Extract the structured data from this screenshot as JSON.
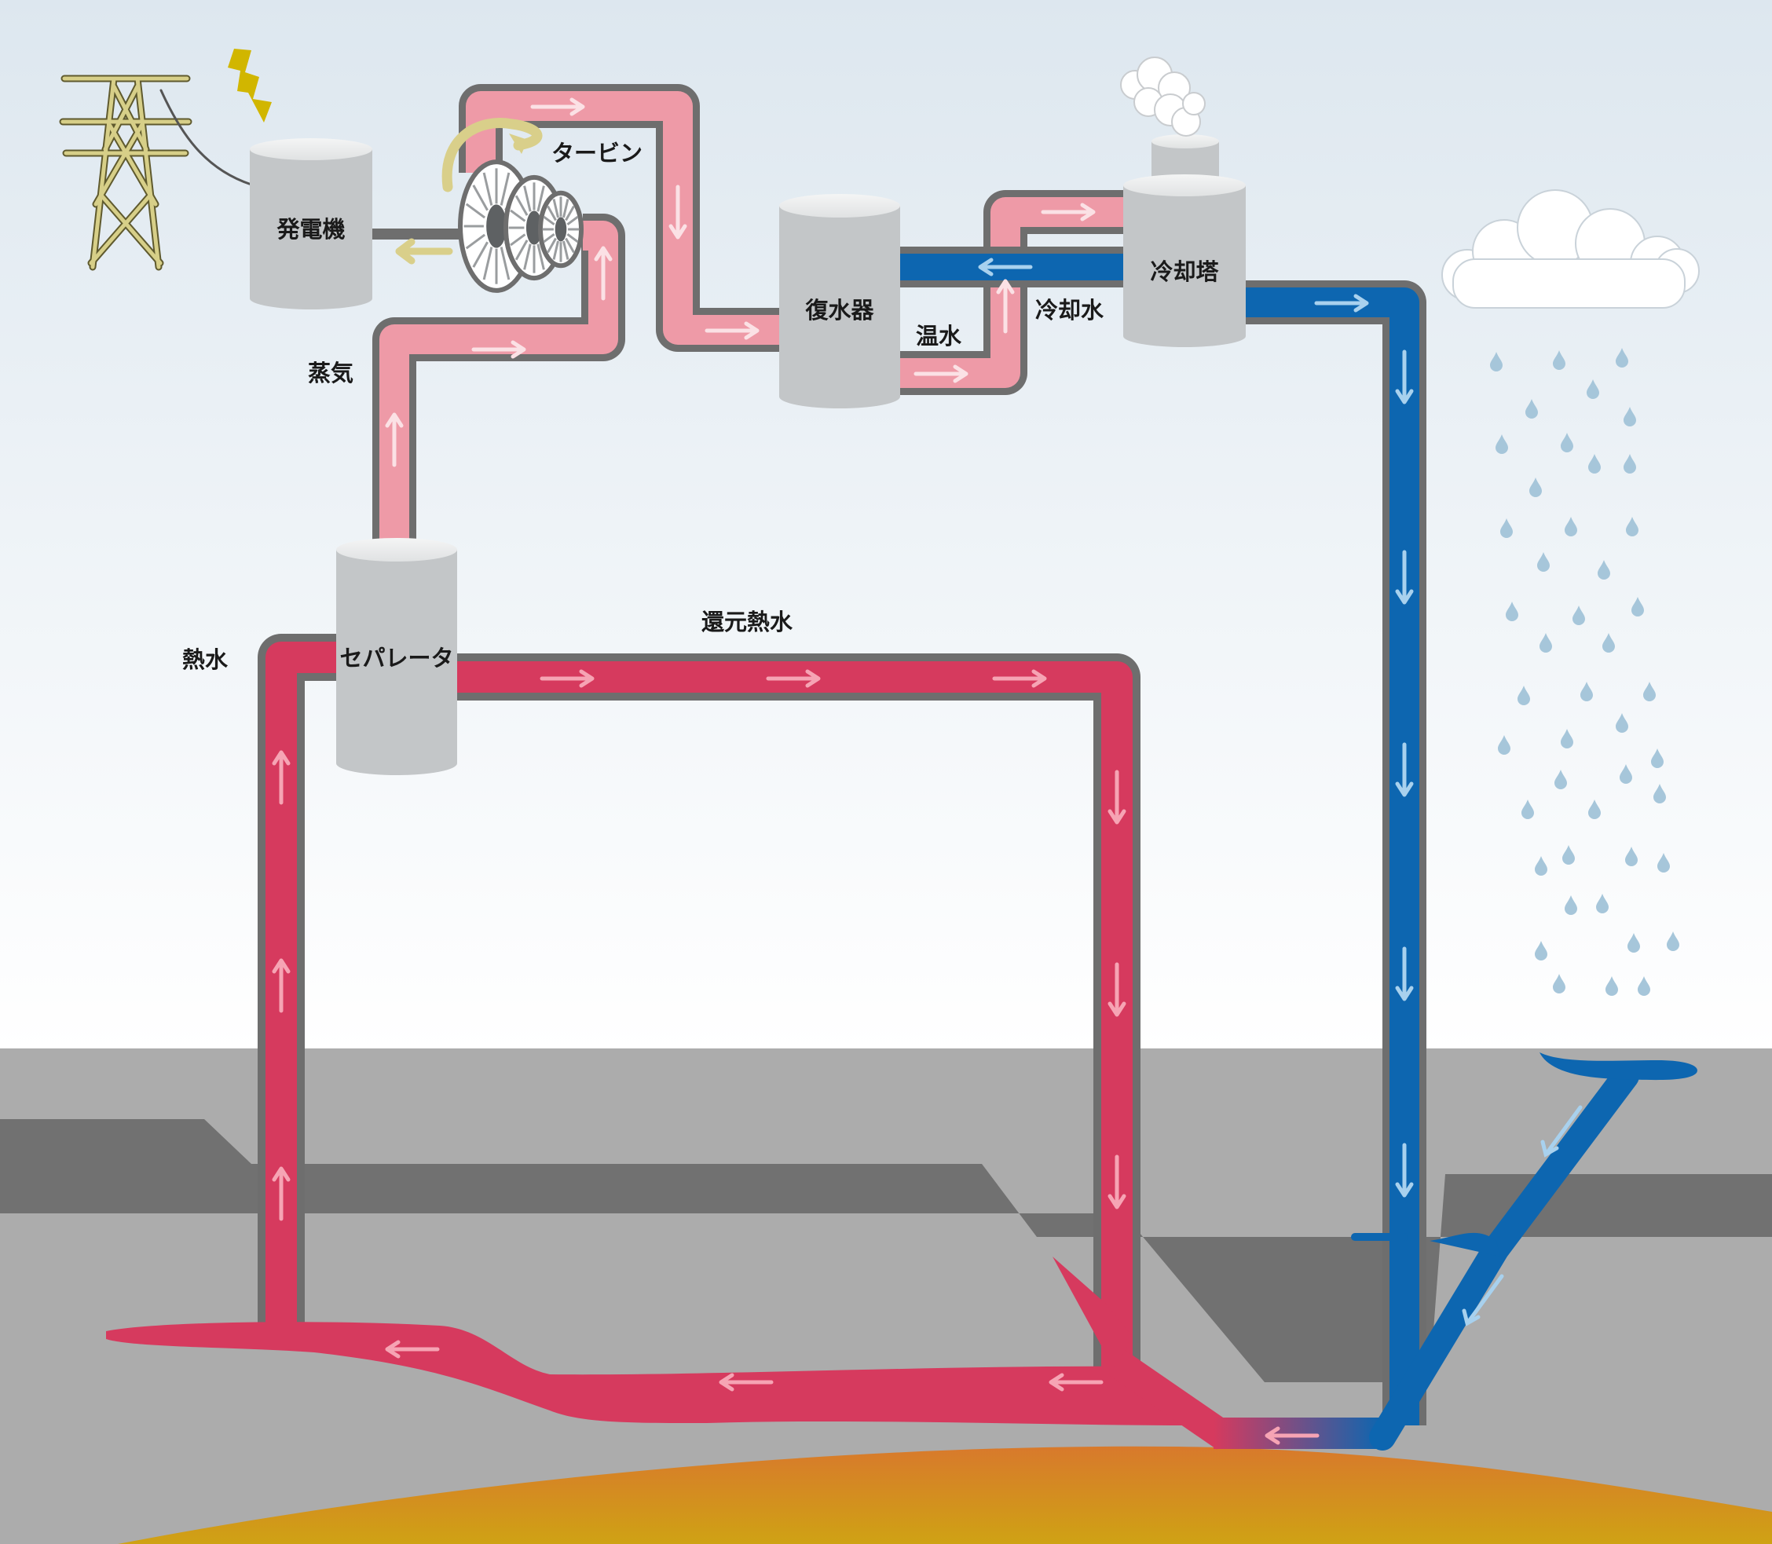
{
  "labels": {
    "generator": "発電機",
    "turbine": "タービン",
    "steam": "蒸気",
    "condenser": "復水器",
    "warm_water": "温水",
    "cooling_water": "冷却水",
    "cooling_tower": "冷却塔",
    "hot_water": "熱水",
    "separator": "セパレータ",
    "reinjection_water": "還元熱水"
  },
  "colors": {
    "steam_pipe": "#ee9aa7",
    "hot_water_pipe": "#d63a5e",
    "cold_water_pipe": "#0d66b0",
    "pipe_outline": "#6e6e6e",
    "equipment": "#c3c6c8",
    "ground_light": "#acacac",
    "ground_dark": "#717171",
    "magma": "#d6892a",
    "rain": "#a6c6da",
    "rotation_arrow": "#d9cf8a",
    "lightning": "#d1b600"
  },
  "icons": [
    "transmission-tower-icon",
    "lightning-icon",
    "steam-cloud-icon",
    "rain-cloud-icon",
    "raindrop-icon",
    "flow-arrow-icon"
  ]
}
